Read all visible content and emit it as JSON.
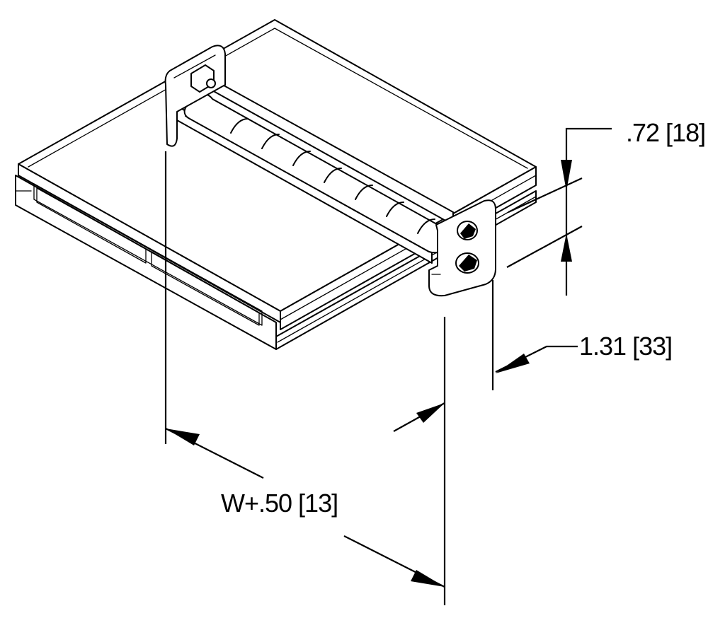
{
  "dimensions": {
    "roller_height": ".72 [18]",
    "bracket_depth": "1.31 [33]",
    "overall_width": "W+.50 [13]"
  },
  "colors": {
    "line": "#000000",
    "background": "#ffffff"
  }
}
